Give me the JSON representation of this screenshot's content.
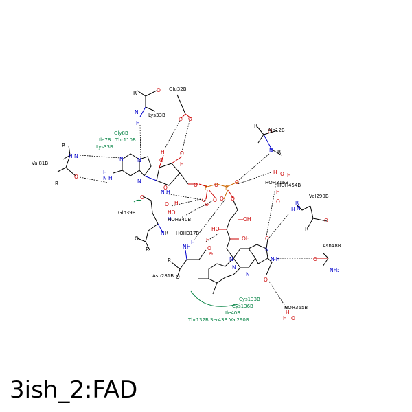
{
  "title": "3ish_2:FAD",
  "residues": {
    "val81": "Val81B",
    "lys33_top": "Lys33B",
    "glu32": "Glu32B",
    "gly8": "Gly8B",
    "ile7": "Ile7B",
    "thr110": "Thr110B",
    "lys33_green": "Lys33B",
    "ala12": "Ala12B",
    "val290_top": "Val290B",
    "gln39": "Gln39B",
    "asn48": "Asn48B",
    "asp281": "Asp281B",
    "cys133": "Cys133B",
    "cys136": "Cys136B",
    "ile40": "Ile40B",
    "thr132": "Thr132B",
    "ser43": "Ser43B",
    "val290_bottom": "Val290B"
  },
  "waters": {
    "hoh316": "HOH316B",
    "hoh454": "HOH454B",
    "hoh340": "HOH340B",
    "hoh317": "HOH317B",
    "hoh365": "HOH365B"
  },
  "colors": {
    "carbon": "#000000",
    "nitrogen": "#0000cc",
    "oxygen": "#cc0000",
    "phosphorus": "#cc6600",
    "hydrophobic": "#008040"
  }
}
